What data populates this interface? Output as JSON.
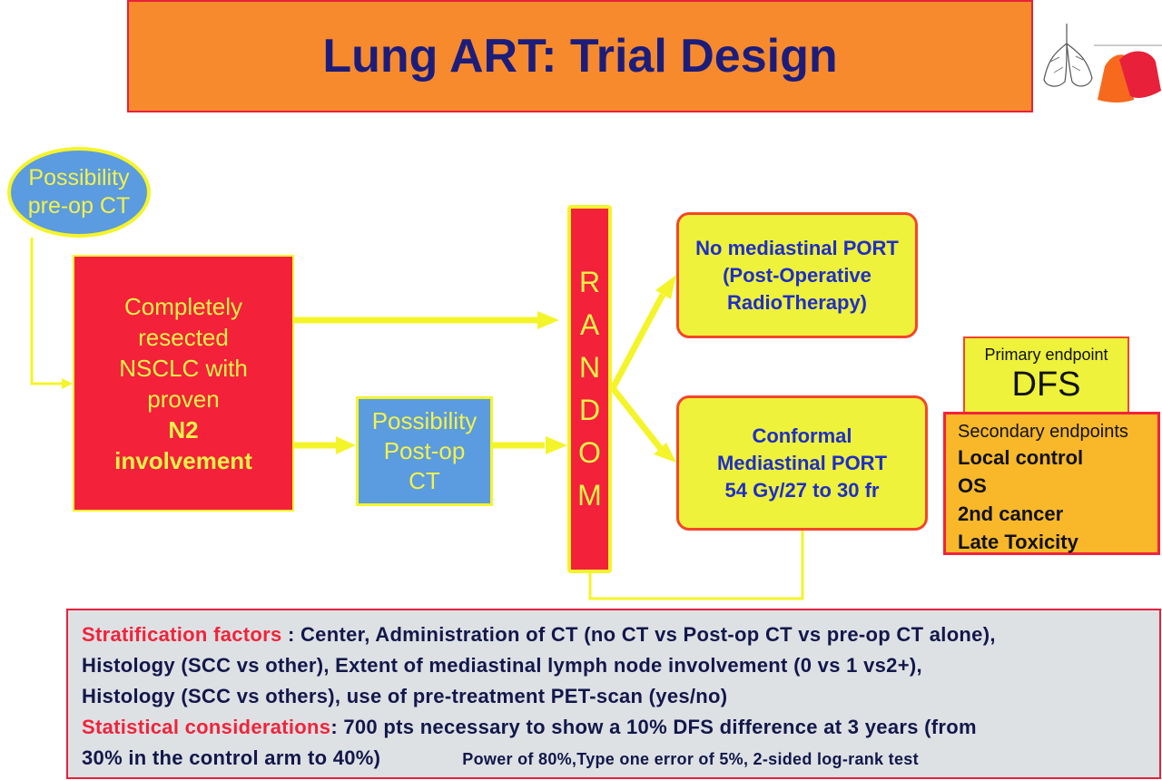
{
  "title": "Lung ART: Trial Design",
  "preop_ct": {
    "line1": "Possibility",
    "line2": "pre-op CT"
  },
  "resected": {
    "lines": [
      "Completely",
      "resected",
      "NSCLC with",
      "proven"
    ],
    "bold1": "N2",
    "bold2": "involvement"
  },
  "postop_ct": {
    "line1": "Possibility",
    "line2": "Post-op",
    "line3": "CT"
  },
  "random_letters": [
    "R",
    "A",
    "N",
    "D",
    "O",
    "M"
  ],
  "arm_no_port": {
    "line1": "No mediastinal PORT",
    "line2": "(Post-Operative",
    "line3": "RadioTherapy)"
  },
  "arm_port": {
    "line1": "Conformal",
    "line2": "Mediastinal PORT",
    "line3": "54 Gy/27 to 30 fr"
  },
  "primary_endpoint": {
    "label": "Primary endpoint",
    "value": "DFS"
  },
  "secondary_endpoints": {
    "label": "Secondary endpoints",
    "items": [
      "Local control",
      "OS",
      "2nd cancer",
      "Late Toxicity"
    ]
  },
  "stratification": {
    "label1": "Stratification factors",
    "text1": " : Center, Administration of CT (no CT vs Post-op CT vs pre-op CT alone),",
    "text2": "Histology (SCC vs other), Extent of mediastinal lymph node involvement (0 vs 1 vs2+),",
    "text3": "Histology (SCC vs others), use of pre-treatment PET-scan (yes/no)",
    "label2": "Statistical considerations",
    "text4": ": 700 pts necessary to show a 10% DFS difference at 3 years (from",
    "text5": "30% in the control arm to 40%)",
    "text6": "Power of 80%,Type one error of 5%, 2-sided log-rank test"
  },
  "colors": {
    "title_bg": "#f88a2e",
    "title_text": "#1c1d7a",
    "arrow": "#f4f42a",
    "red_box": "#f3213a",
    "blue_box": "#5b9be0",
    "arm_bg": "#eef23a",
    "arm_text": "#1f2ec8",
    "secondary_bg": "#f8b82a"
  }
}
